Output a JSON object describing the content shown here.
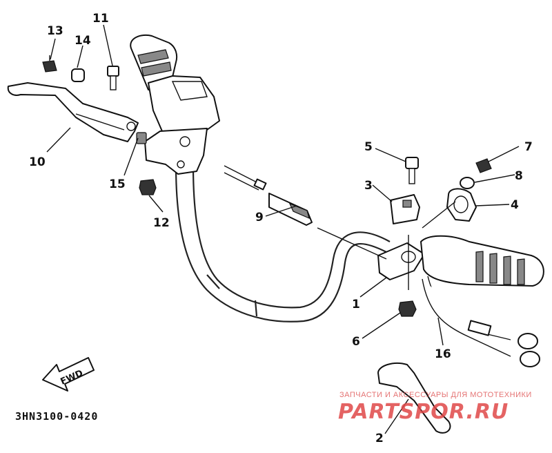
{
  "diagram": {
    "drawing_code": "3HN3100-0420",
    "direction_label": "FWD",
    "callouts": {
      "c1": "1",
      "c2": "2",
      "c3": "3",
      "c4": "4",
      "c5": "5",
      "c6": "6",
      "c7": "7",
      "c8": "8",
      "c9": "9",
      "c10": "10",
      "c11": "11",
      "c12": "12",
      "c13": "13",
      "c14": "14",
      "c15": "15",
      "c16": "16"
    }
  },
  "watermark": {
    "tagline": "ЗАПЧАСТИ И АКСЕССУАРЫ ДЛЯ МОТОТЕХНИКИ",
    "site": "PARTSPOR.RU"
  },
  "colors": {
    "ink": "#111111",
    "watermark": "#e04848"
  }
}
